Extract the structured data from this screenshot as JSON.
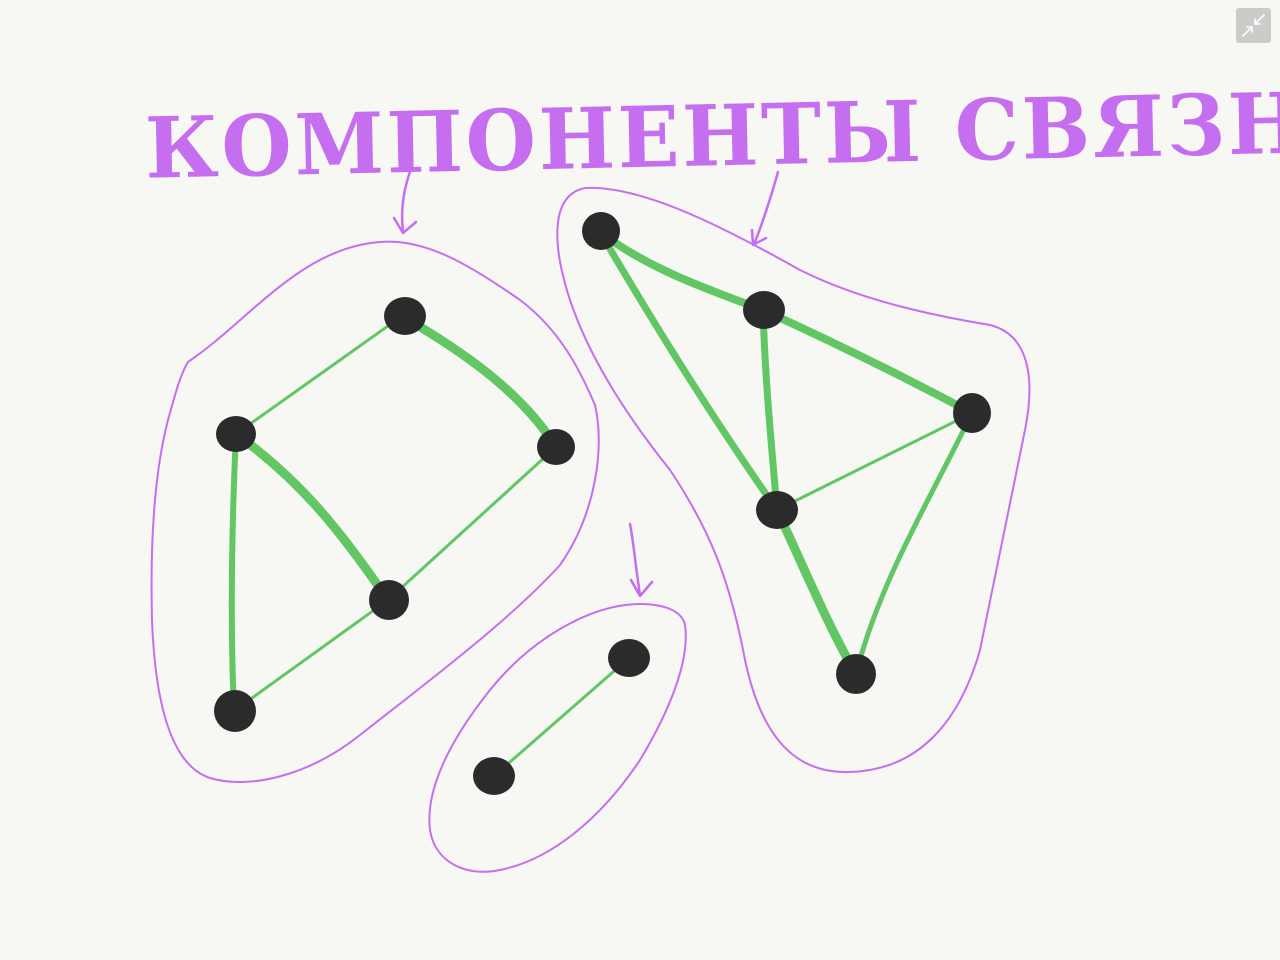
{
  "title": "компоненты связности",
  "collapse_button": {
    "icon": "collapse-arrows-icon",
    "background": "#c8c8c6",
    "icon_color": "#ffffff"
  },
  "colors": {
    "annotation": "#c66ef0",
    "edge": "#62c664",
    "node": "#2b2b2b",
    "background": "#f7f7f4"
  },
  "graph": {
    "components": [
      {
        "name": "component-1",
        "nodes": [
          "A",
          "B",
          "C",
          "D",
          "E"
        ],
        "edges": [
          [
            "A",
            "B"
          ],
          [
            "A",
            "C"
          ],
          [
            "B",
            "D"
          ],
          [
            "B",
            "E"
          ],
          [
            "C",
            "D"
          ],
          [
            "D",
            "E"
          ]
        ]
      },
      {
        "name": "component-2",
        "nodes": [
          "F",
          "G"
        ],
        "edges": [
          [
            "F",
            "G"
          ]
        ]
      },
      {
        "name": "component-3",
        "nodes": [
          "H",
          "I",
          "J",
          "K",
          "L"
        ],
        "edges": [
          [
            "H",
            "I"
          ],
          [
            "H",
            "K"
          ],
          [
            "I",
            "J"
          ],
          [
            "I",
            "K"
          ],
          [
            "J",
            "K"
          ],
          [
            "J",
            "L"
          ],
          [
            "K",
            "L"
          ]
        ]
      }
    ]
  }
}
